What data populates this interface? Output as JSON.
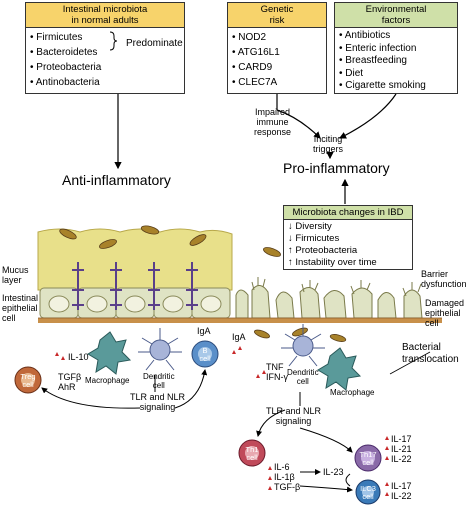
{
  "microbiota_box": {
    "title_line1": "Intestinal microbiota",
    "title_line2": "in normal adults",
    "items": [
      "Firmicutes",
      "Bacteroidetes",
      "Proteobacteria",
      "Antinobacteria"
    ],
    "bracket_label": "Predominate"
  },
  "genetic_box": {
    "title_line1": "Genetic",
    "title_line2": "risk",
    "items": [
      "NOD2",
      "ATG16L1",
      "CARD9",
      "CLEC7A"
    ]
  },
  "environment_box": {
    "title_line1": "Environmental",
    "title_line2": "factors",
    "items": [
      "Antibiotics",
      "Enteric infection",
      "Breastfeeding",
      "Diet",
      "Cigarette smoking"
    ]
  },
  "labels": {
    "impaired_1": "Impaired",
    "impaired_2": "immune",
    "impaired_3": "response",
    "inciting_1": "Inciting",
    "inciting_2": "triggers",
    "pro_inflammatory": "Pro-inflammatory",
    "anti_inflammatory": "Anti-inflammatory",
    "mucus_1": "Mucus",
    "mucus_2": "layer",
    "intestinal_1": "Intestinal",
    "intestinal_2": "epithelial",
    "intestinal_3": "cell",
    "barrier_1": "Barrier",
    "barrier_2": "dysfunction",
    "damaged_1": "Damaged",
    "damaged_2": "epithelial",
    "damaged_3": "cell",
    "bacterial_1": "Bacterial",
    "bacterial_2": "translocation"
  },
  "ibd_box": {
    "title": "Microbiota changes in IBD",
    "items": [
      "↓ Diversity",
      "↓ Firmicutes",
      "↑ Proteobacteria",
      "↑ Instability over time"
    ]
  },
  "left_immune": {
    "il10": "IL-10",
    "treg": "Treg",
    "treg_cell": "cell",
    "tgfb": "TGFβ",
    "ahr": "AhR",
    "macrophage": "Macrophage",
    "dendritic_1": "Dendritic",
    "dendritic_2": "cell",
    "iga_1": "IgA",
    "iga_2": "IgA",
    "b": "B",
    "b_cell": "cell",
    "tlr_1": "TLR and NLR",
    "tlr_2": "signaling"
  },
  "right_immune": {
    "tnf": "TNF",
    "ifng": "IFN-γ",
    "dendritic_1": "Dendritic",
    "dendritic_2": "cell",
    "macrophage": "Macrophage",
    "tlr_1": "TLR and NLR",
    "tlr_2": "signaling",
    "th1": "Th1",
    "th1_cell": "cell",
    "il6": "IL-6",
    "il1b": "IL-1β",
    "tgfb": "TGF-β",
    "il23": "IL-23",
    "th17": "Th17",
    "th17_cell": "cell",
    "th17_out": [
      "IL-17",
      "IL-21",
      "IL-22"
    ],
    "ilc3": "ILC3",
    "ilc3_cell": "cell",
    "ilc3_out": [
      "IL-17",
      "IL-22"
    ]
  },
  "colors": {
    "box_header": "#f7d36b",
    "ibd_header": "#cfe0a8",
    "mucus": "#e8e08a",
    "cell_fill": "#dfe3c4",
    "membrane": "#c8904a",
    "junction": "#5a3f8a",
    "treg": "#c0683a",
    "b_cell": "#5a8fc9",
    "th1": "#c04a5a",
    "th17": "#8a6aa8",
    "ilc3": "#3a7ab8",
    "macrophage": "#5a9a9a",
    "dendritic": "#a8b4d8",
    "cytokine": "#c8282a"
  }
}
